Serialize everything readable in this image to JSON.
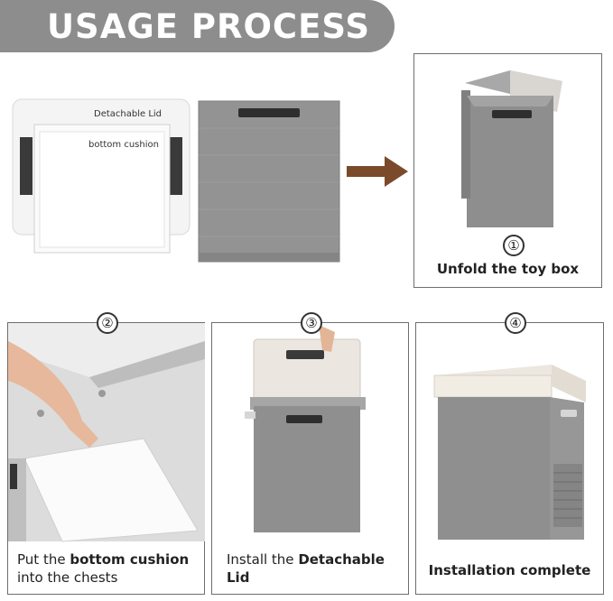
{
  "banner": {
    "title": "USAGE PROCESS"
  },
  "labels": {
    "lid": "Detachable Lid",
    "cushion": "bottom cushion"
  },
  "steps": [
    {
      "number": "①",
      "caption": "Unfold the toy box"
    },
    {
      "number": "②",
      "caption_prefix": "Put the ",
      "caption_bold": "bottom cushion",
      "caption_suffix": " into the chests"
    },
    {
      "number": "③",
      "caption_prefix": "Install the ",
      "caption_bold": "Detachable Lid",
      "caption_suffix": ""
    },
    {
      "number": "④",
      "caption": "Installation complete"
    }
  ],
  "colors": {
    "banner": "#8d8d8d",
    "box_gray": "#8f8f8f",
    "arrow": "#7a4a2a",
    "handle": "#2e2e2e"
  }
}
